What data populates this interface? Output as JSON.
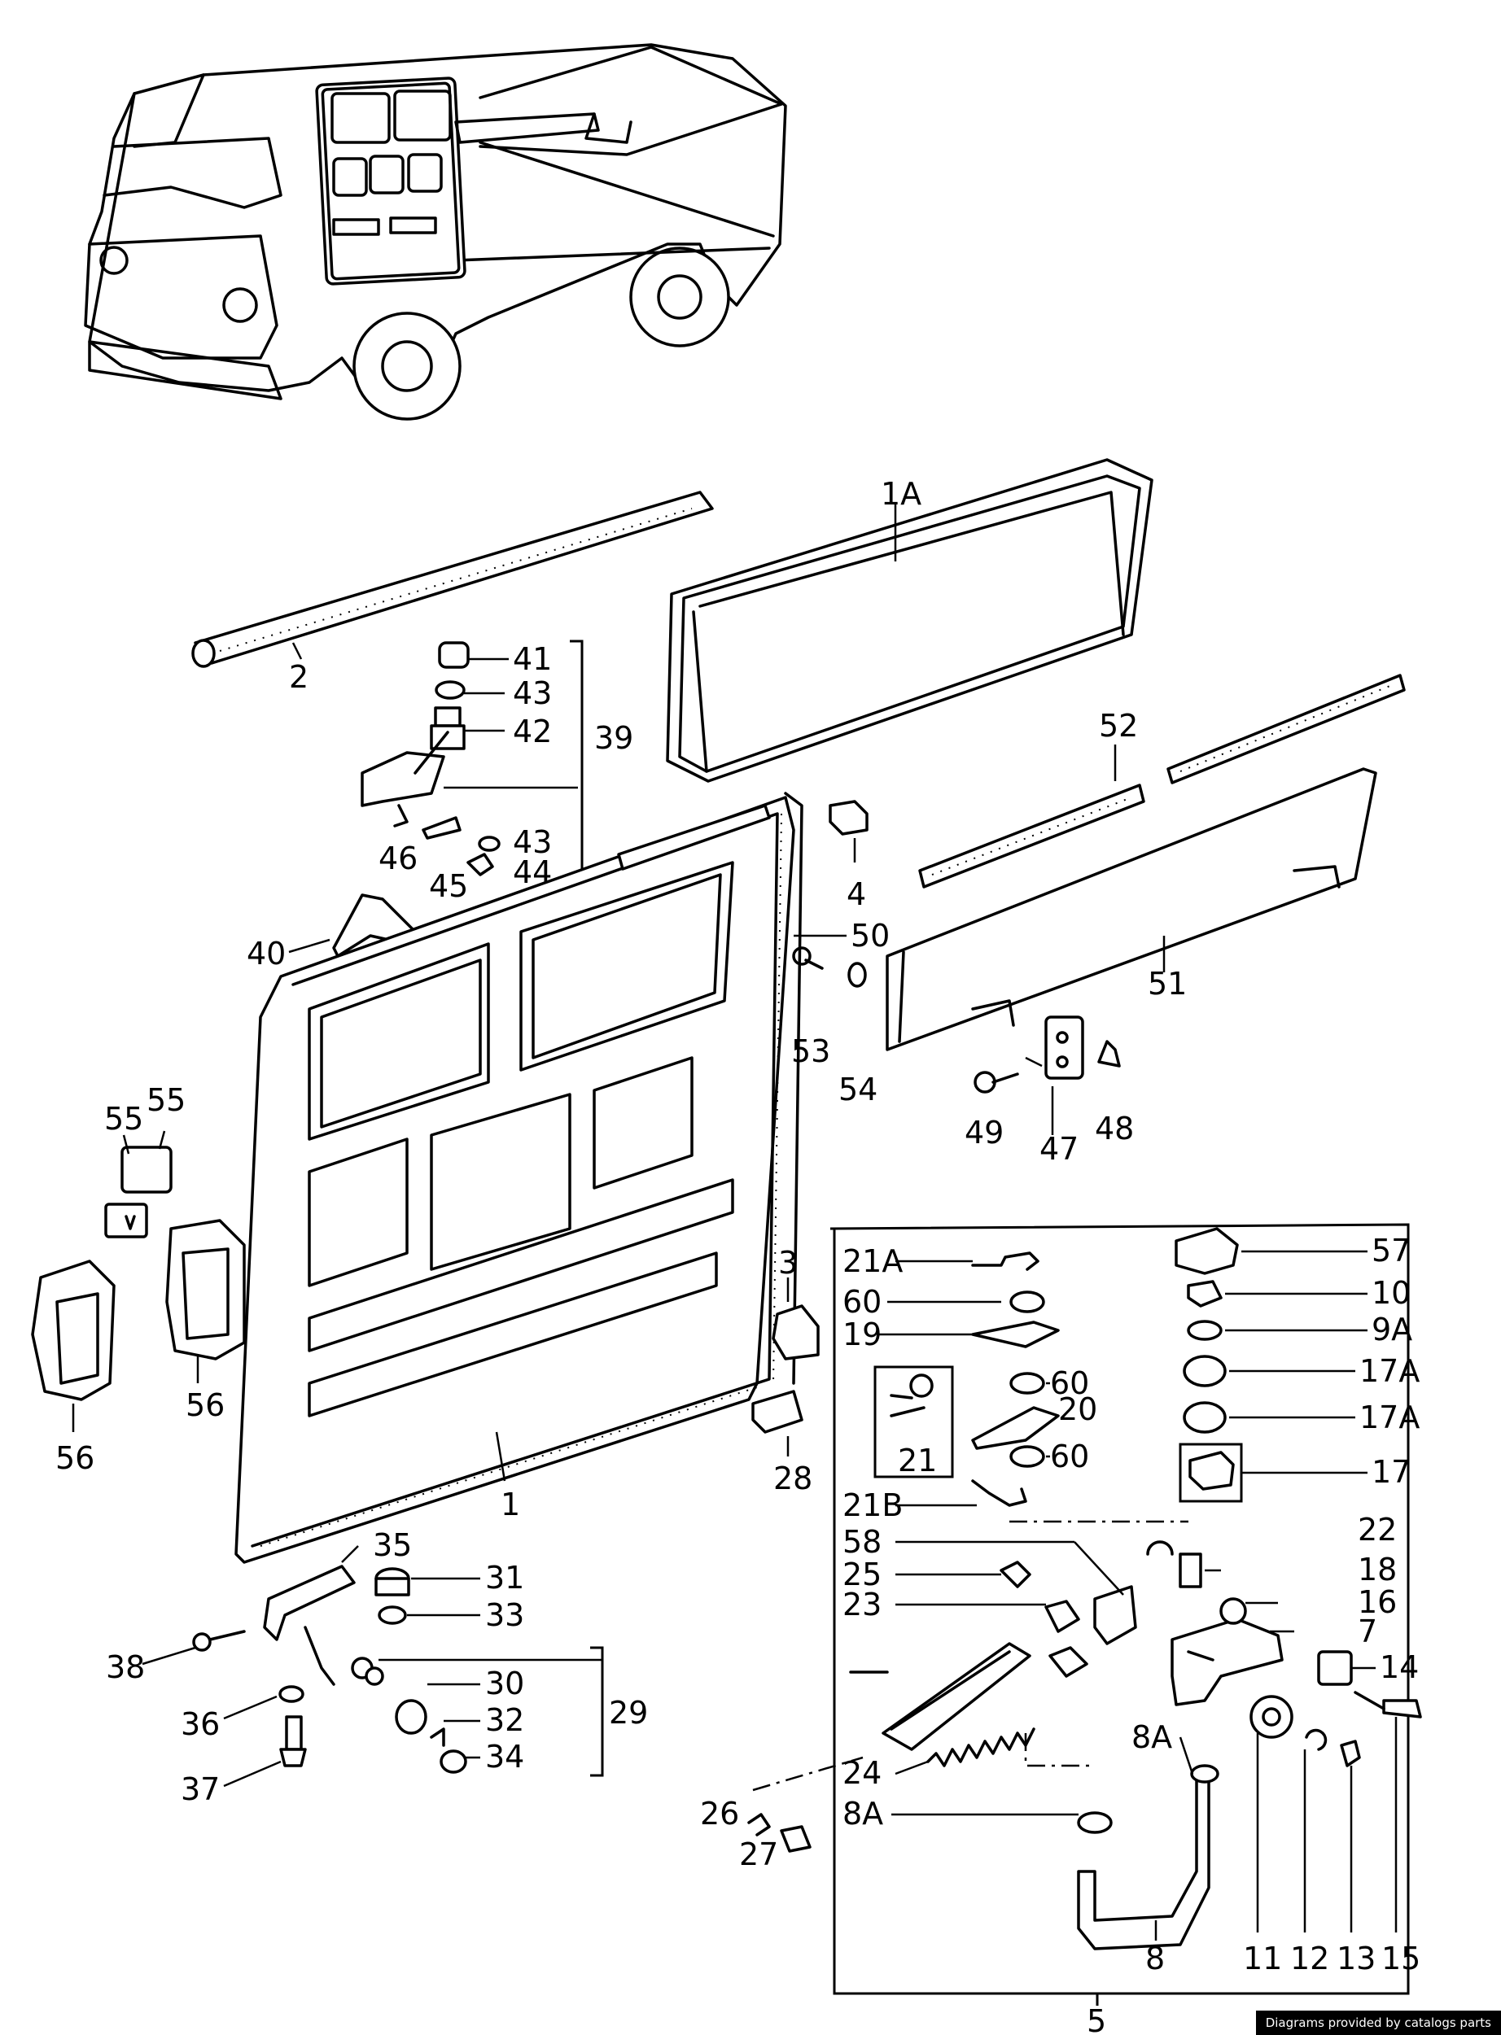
{
  "diagram": {
    "labels": [
      {
        "id": "1A",
        "text": "1A"
      },
      {
        "id": "2",
        "text": "2"
      },
      {
        "id": "41",
        "text": "41"
      },
      {
        "id": "43a",
        "text": "43"
      },
      {
        "id": "42",
        "text": "42"
      },
      {
        "id": "39",
        "text": "39"
      },
      {
        "id": "43b",
        "text": "43"
      },
      {
        "id": "44",
        "text": "44"
      },
      {
        "id": "46",
        "text": "46"
      },
      {
        "id": "45",
        "text": "45"
      },
      {
        "id": "4",
        "text": "4"
      },
      {
        "id": "52",
        "text": "52"
      },
      {
        "id": "50",
        "text": "50"
      },
      {
        "id": "40",
        "text": "40"
      },
      {
        "id": "51",
        "text": "51"
      },
      {
        "id": "53",
        "text": "53"
      },
      {
        "id": "54",
        "text": "54"
      },
      {
        "id": "49",
        "text": "49"
      },
      {
        "id": "47",
        "text": "47"
      },
      {
        "id": "48",
        "text": "48"
      },
      {
        "id": "55a",
        "text": "55"
      },
      {
        "id": "55b",
        "text": "55"
      },
      {
        "id": "56a",
        "text": "56"
      },
      {
        "id": "56b",
        "text": "56"
      },
      {
        "id": "3",
        "text": "3"
      },
      {
        "id": "28",
        "text": "28"
      },
      {
        "id": "1",
        "text": "1"
      },
      {
        "id": "35",
        "text": "35"
      },
      {
        "id": "31",
        "text": "31"
      },
      {
        "id": "33",
        "text": "33"
      },
      {
        "id": "38",
        "text": "38"
      },
      {
        "id": "30",
        "text": "30"
      },
      {
        "id": "29",
        "text": "29"
      },
      {
        "id": "36",
        "text": "36"
      },
      {
        "id": "32",
        "text": "32"
      },
      {
        "id": "34",
        "text": "34"
      },
      {
        "id": "37",
        "text": "37"
      },
      {
        "id": "21A",
        "text": "21A"
      },
      {
        "id": "60a",
        "text": "60"
      },
      {
        "id": "19",
        "text": "19"
      },
      {
        "id": "60b",
        "text": "60"
      },
      {
        "id": "20",
        "text": "20"
      },
      {
        "id": "21",
        "text": "21"
      },
      {
        "id": "60c",
        "text": "60"
      },
      {
        "id": "21B",
        "text": "21B"
      },
      {
        "id": "22",
        "text": "22"
      },
      {
        "id": "58",
        "text": "58"
      },
      {
        "id": "18",
        "text": "18"
      },
      {
        "id": "25",
        "text": "25"
      },
      {
        "id": "16",
        "text": "16"
      },
      {
        "id": "23",
        "text": "23"
      },
      {
        "id": "7",
        "text": "7"
      },
      {
        "id": "14",
        "text": "14"
      },
      {
        "id": "8Aa",
        "text": "8A"
      },
      {
        "id": "24",
        "text": "24"
      },
      {
        "id": "26",
        "text": "26"
      },
      {
        "id": "8Ab",
        "text": "8A"
      },
      {
        "id": "27",
        "text": "27"
      },
      {
        "id": "8",
        "text": "8"
      },
      {
        "id": "11",
        "text": "11"
      },
      {
        "id": "12",
        "text": "12"
      },
      {
        "id": "13",
        "text": "13"
      },
      {
        "id": "15",
        "text": "15"
      },
      {
        "id": "5",
        "text": "5"
      },
      {
        "id": "57",
        "text": "57"
      },
      {
        "id": "10",
        "text": "10"
      },
      {
        "id": "9A",
        "text": "9A"
      },
      {
        "id": "17Aa",
        "text": "17A"
      },
      {
        "id": "17Ab",
        "text": "17A"
      },
      {
        "id": "17",
        "text": "17"
      }
    ]
  },
  "credit": "Diagrams provided by catalogs parts"
}
